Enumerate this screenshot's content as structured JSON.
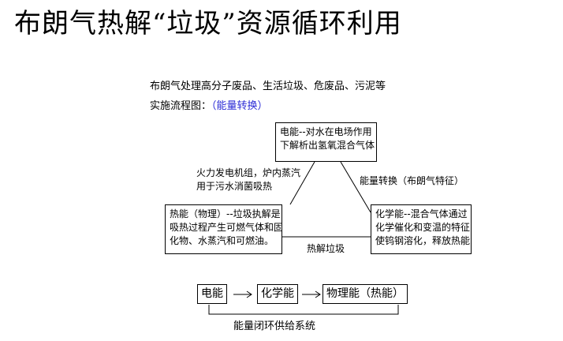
{
  "title": "布朗气热解“垃圾”资源循环利用",
  "intro": {
    "line1": "布朗气处理高分子废品、生活垃圾、危废品、污泥等",
    "line2_prefix": "实施流程图：",
    "line2_highlight": "（能量转换）"
  },
  "diagram": {
    "top_box": [
      "电能--对水在电场作用",
      "下解析出氢氧混合气体"
    ],
    "left_box": [
      "热能（物理）--垃圾执解是",
      "吸热过程产生可燃气体和固",
      "化物、水蒸汽和可燃油。"
    ],
    "right_box": [
      "化学能--混合气体通过",
      "化学催化和变温的特征",
      "使钨钢溶化，释放热能"
    ],
    "left_edge_label": [
      "火力发电机组，炉内蒸汽",
      "用于污水消菌吸热"
    ],
    "right_edge_label": "能量转换（布朗气特征）",
    "bottom_edge_label": "热解垃圾"
  },
  "chain": {
    "items": [
      "电能",
      "化学能",
      "物理能（热能）"
    ],
    "caption": "能量闭环供给系统"
  },
  "colors": {
    "highlight": "#2b2bd6",
    "line": "#000000"
  }
}
